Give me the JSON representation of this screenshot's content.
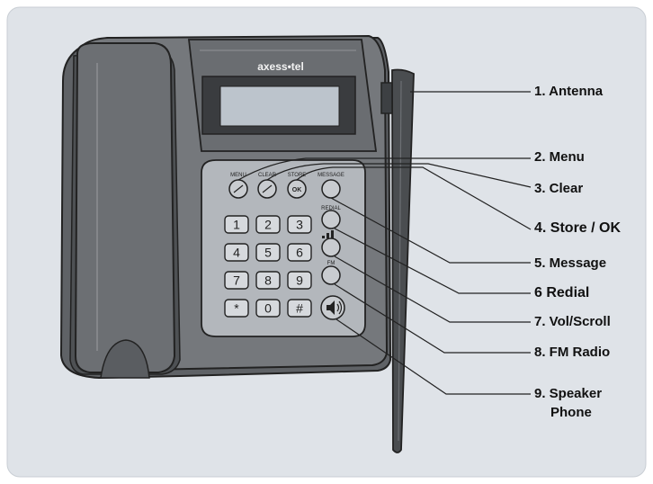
{
  "brand": "axess•tel",
  "keys": {
    "menu": "MENU",
    "clear": "CLEAR",
    "store": "STORE",
    "ok": "OK",
    "message": "MESSAGE",
    "redial": "REDIAL",
    "fm": "FM",
    "digits": [
      "1",
      "2",
      "3",
      "4",
      "5",
      "6",
      "7",
      "8",
      "9",
      "*",
      "0",
      "#"
    ]
  },
  "callouts": {
    "antenna": "1. Antenna",
    "menu": "2. Menu",
    "clear": "3. Clear",
    "store_ok": "4. Store / OK",
    "message": "5. Message",
    "redial": "6 Redial",
    "vol_scroll": "7. Vol/Scroll",
    "fm_radio": "8. FM Radio",
    "speaker_line1": "9. Speaker",
    "speaker_line2": "Phone"
  },
  "colors": {
    "background": "#dfe3e8",
    "body": "#75787c",
    "body_dark": "#5f6266",
    "handset": "#6c6f73",
    "keypad_panel": "#b3b7bc",
    "screen": "#bcc4cc",
    "antenna": "#4a4d50"
  }
}
